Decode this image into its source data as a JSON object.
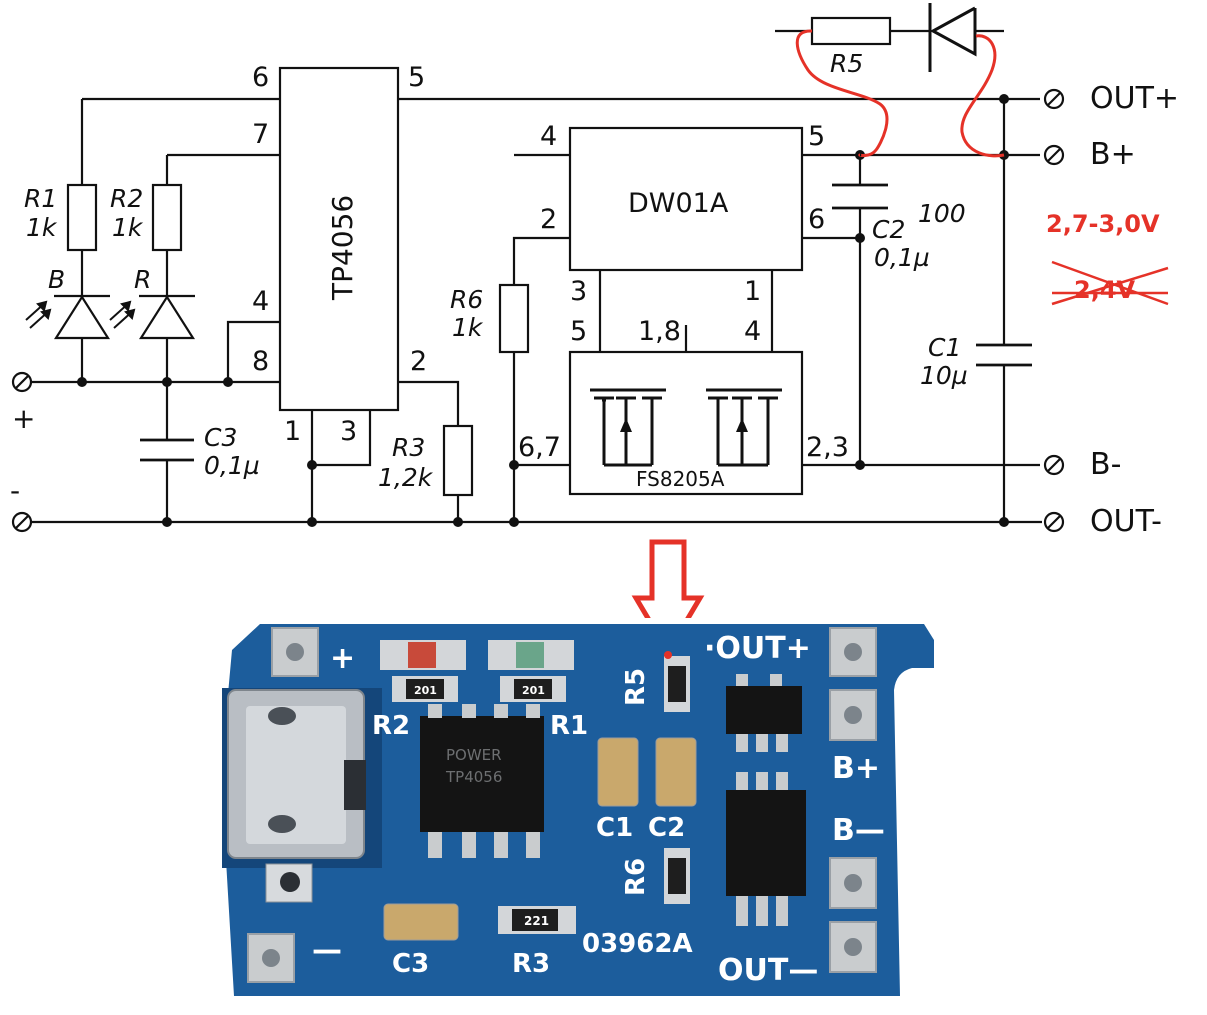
{
  "schematic": {
    "ic_charger": "TP4056",
    "ic_protect": "DW01A",
    "mosfet": "FS8205A",
    "tp_pins": [
      "6",
      "7",
      "4",
      "8",
      "5",
      "2",
      "1",
      "3"
    ],
    "dw_pins": [
      "4",
      "5",
      "2",
      "6",
      "3",
      "1"
    ],
    "fs_pins": [
      "5",
      "1,8",
      "4",
      "6,7",
      "2,3"
    ],
    "r1": "R1",
    "r1_val": "1k",
    "r2": "R2",
    "r2_val": "1k",
    "r3": "R3",
    "r3_val": "1,2k",
    "r5": "R5",
    "r6": "R6",
    "r6_val": "1k",
    "c1": "C1",
    "c1_val": "10µ",
    "c2": "C2",
    "c2_val": "0,1µ",
    "c2_note": "100",
    "c3": "C3",
    "c3_val": "0,1µ",
    "led_b": "B",
    "led_r": "R",
    "plus": "+",
    "minus": "-",
    "out_plus": "OUT+",
    "b_plus": "B+",
    "b_minus": "B-",
    "out_minus": "OUT-",
    "voltage_new": "2,7-3,0V",
    "voltage_old": "2,4V"
  },
  "board": {
    "plus": "+",
    "minus": "—",
    "out_plus": "·OUT+",
    "b_plus": "B+",
    "b_minus": "B—",
    "out_minus": "OUT—",
    "r1": "R1",
    "r2": "R2",
    "r3": "R3",
    "r5": "R5",
    "r6": "R6",
    "c1": "C1",
    "c2": "C2",
    "c3": "C3",
    "code": "03962A",
    "chip": "TP4056",
    "chip_brand": "POWER",
    "res_code": "201",
    "res_code2": "221"
  },
  "colors": {
    "pcb": "#1c5d9c",
    "wire": "#111111",
    "annotation": "#e53228"
  }
}
